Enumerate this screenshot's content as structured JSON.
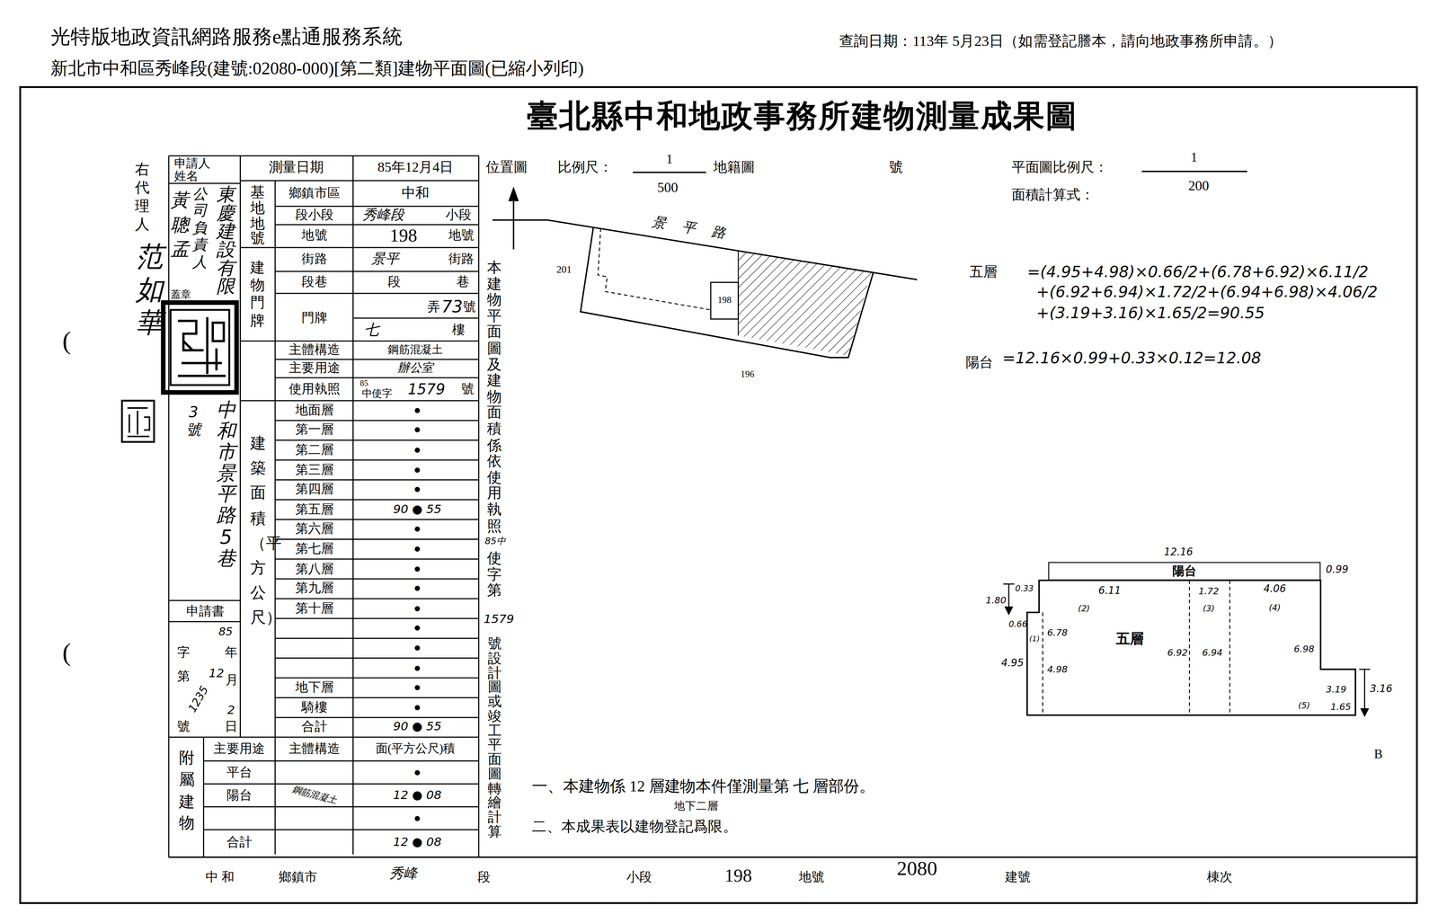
{
  "diagram": {
    "title": "臺北縣中和地政事務所建物測量成果圖",
    "nodes": [
      {
        "text": [
          "陽台"
        ]
      },
      {
        "text": [
          "五層"
        ]
      }
    ],
    "labels": [
      "光特版地政資訊網路服務e點通服務系統",
      "查詢日期：113年 5月23日（如需登記謄本，請向地政事務所申請。）",
      "新北市中和區秀峰段(建號:02080-000)[第二類]建物平面圖(已縮小列印)",
      "右代理人",
      "范如華",
      "(",
      "(",
      "申請人姓名",
      "黃聰孟",
      "公司負責人",
      "東慶建設有限",
      "蓋章",
      "3號",
      "中和市景平路5巷",
      "測量日期",
      "85年12月4日",
      "基地地號",
      "鄉鎮市區",
      "中和",
      "段小段",
      "秀峰段",
      "小段",
      "地號",
      "198",
      "地號",
      "街路",
      "景平",
      "街路",
      "段巷",
      "段",
      "巷",
      "建物門牌",
      "門牌",
      "弄",
      "73",
      "號",
      "七",
      "樓",
      "主體構造",
      "鋼筋混凝土",
      "主要用途",
      "辦公室",
      "使用執照",
      "85",
      "中使字",
      "1579",
      "號",
      "建築面積（平方公尺）",
      "地面層",
      "第一層",
      "第二層",
      "第三層",
      "第四層",
      "第五層",
      "第六層",
      "第七層",
      "第八層",
      "第九層",
      "第十層",
      "地下層",
      "騎樓",
      "合計",
      "●",
      "●",
      "●",
      "●",
      "●",
      "90 ● 55",
      "●",
      "●",
      "●",
      "●",
      "●",
      "●",
      "●",
      "●",
      "●",
      "●",
      "90 ● 55",
      "申請書",
      "85",
      "年",
      "字",
      "第",
      "12",
      "月",
      "1235",
      "2",
      "號",
      "日",
      "附屬建物",
      "主要用途",
      "主體構造",
      "面(平方公尺)積",
      "平台",
      "陽台",
      "合計",
      "●",
      "12 ● 08",
      "●",
      "12 ● 08",
      "鋼筋混凝土",
      "本建物平面圖及建物面積係依使用執照",
      "85中",
      "使字第",
      "1579",
      "號設計圖或竣工平面圖轉繪計算",
      "位置圖",
      "比例尺：",
      "1",
      "500",
      "地籍圖",
      "號",
      "平面圖比例尺：",
      "1",
      "200",
      "面積計算式：",
      "景平路",
      "201",
      "198",
      "196",
      "五層",
      "=(4.95+4.98)×0.66/2+(6.78+6.92)×6.11/2",
      "+(6.92+6.94)×1.72/2+(6.94+6.98)×4.06/2",
      "+(3.19+3.16)×1.65/2=90.55",
      "陽台",
      "=12.16×0.99+0.33×0.12=12.08",
      "12.16",
      "0.99",
      "0.33",
      "1.80",
      "0.66",
      "6.11",
      "1.72",
      "4.06",
      "(2)",
      "(3)",
      "(4)",
      "(1)",
      "6.78",
      "4.98",
      "4.95",
      "6.92",
      "6.94",
      "6.98",
      "3.19",
      "(5)",
      "1.65",
      "3.16",
      "B",
      "一、本建物係 12 層建物本件僅測量第 七 層部份。",
      "地下二層",
      "二、本成果表以建物登記爲限。",
      "中 和",
      "鄉鎮市",
      "秀峰",
      "段",
      "小段",
      "198",
      "地號",
      "2080",
      "建號",
      "棟次"
    ]
  }
}
